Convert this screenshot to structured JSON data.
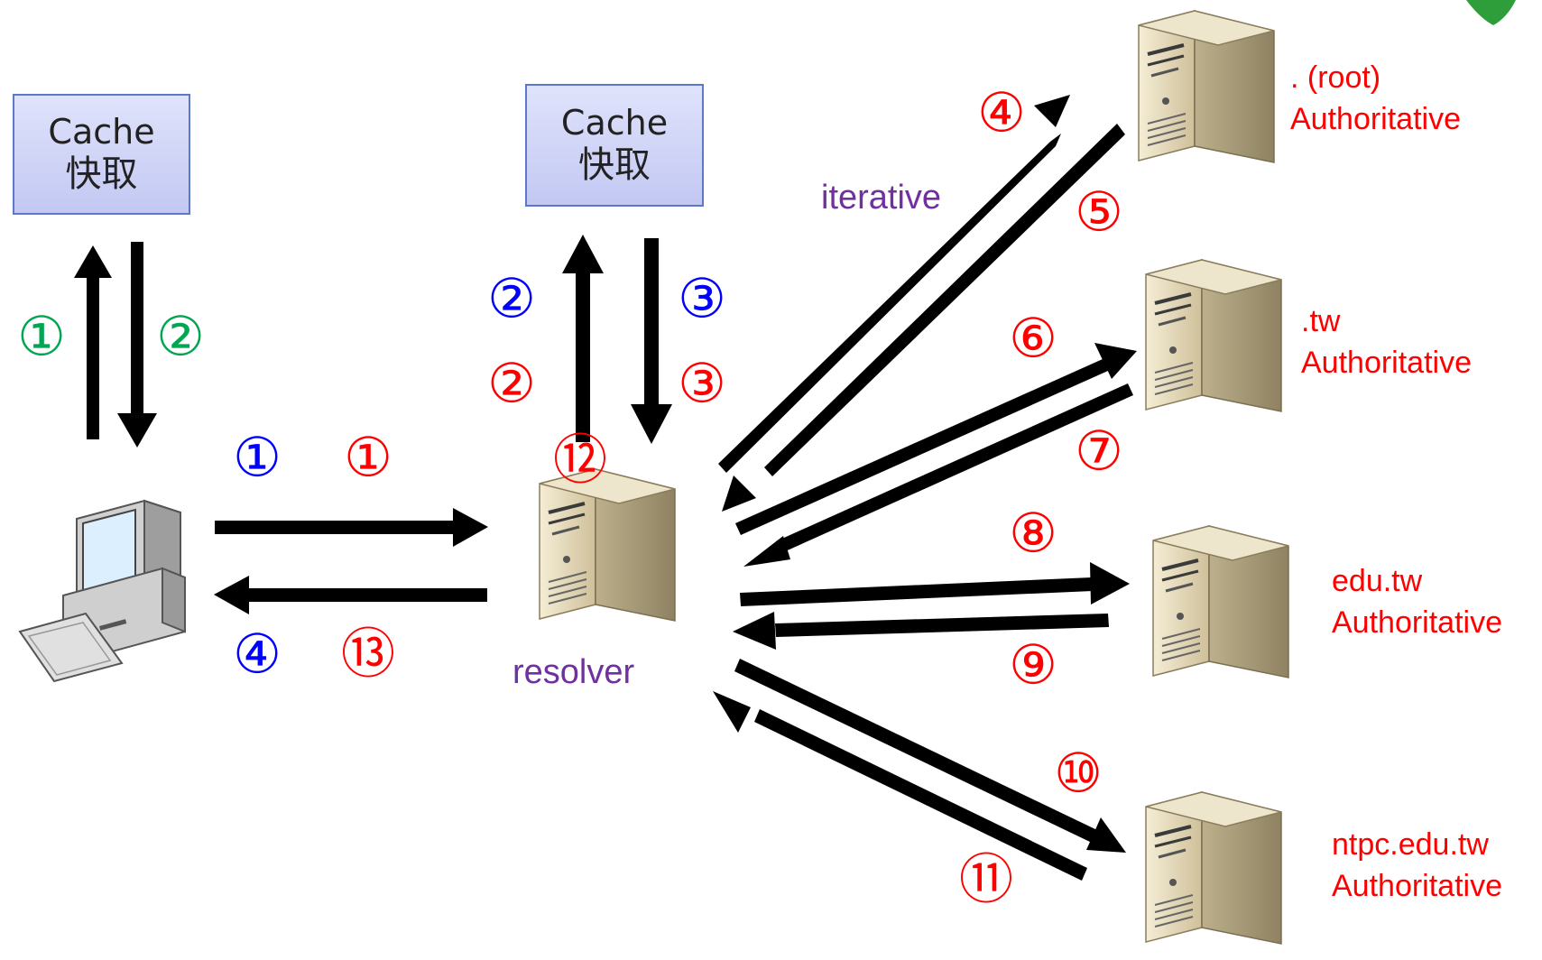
{
  "colors": {
    "arrow": "#000000",
    "blue": "#0000ff",
    "green": "#00a651",
    "red": "#ff0000",
    "purple": "#7030a0"
  },
  "caches": [
    {
      "line1": "Cache",
      "line2": "快取"
    },
    {
      "line1": "Cache",
      "line2": "快取"
    }
  ],
  "labels": {
    "resolver": "resolver",
    "iterative": "iterative",
    "servers": [
      {
        "name": ". (root)",
        "role": "Authoritative"
      },
      {
        "name": ".tw",
        "role": "Authoritative"
      },
      {
        "name": "edu.tw",
        "role": "Authoritative"
      },
      {
        "name": "ntpc.edu.tw",
        "role": "Authoritative"
      }
    ]
  },
  "steps": {
    "client_cache": [
      "①",
      "②"
    ],
    "blue_path": [
      "①",
      "②",
      "③",
      "④"
    ],
    "red_path": [
      "①",
      "②",
      "③",
      "④",
      "⑤",
      "⑥",
      "⑦",
      "⑧",
      "⑨",
      "⑩",
      "⑪",
      "⑫",
      "⑬"
    ]
  }
}
